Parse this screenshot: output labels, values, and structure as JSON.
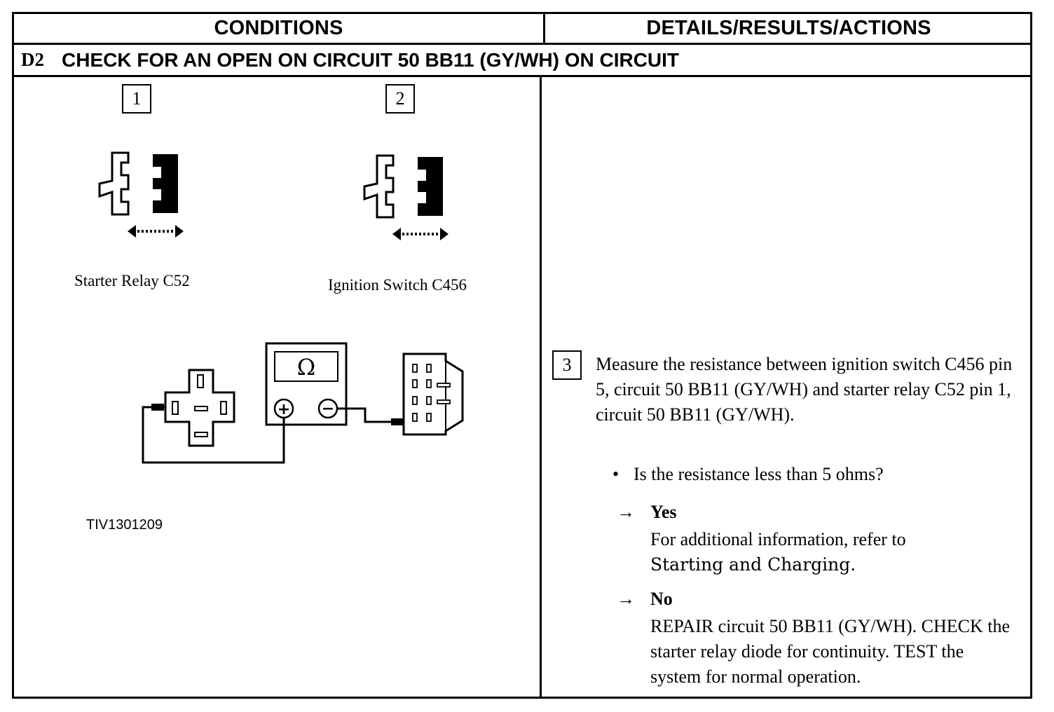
{
  "header": {
    "conditions": "CONDITIONS",
    "details": "DETAILS/RESULTS/ACTIONS"
  },
  "step": {
    "id": "D2",
    "title": "CHECK FOR AN OPEN ON CIRCUIT 50 BB11 (GY/WH) ON CIRCUIT"
  },
  "conditions": {
    "badge1": "1",
    "badge2": "2",
    "caption1": "Starter Relay C52",
    "caption2": "Ignition Switch C456",
    "meter_symbol": "Ω",
    "meter_plus": "+",
    "meter_minus": "−",
    "figure_id": "TIV1301209"
  },
  "details": {
    "badge3": "3",
    "measure_text": "Measure the resistance between ignition switch C456 pin 5, circuit 50 BB11 (GY/WH) and starter relay C52 pin 1, circuit 50 BB11 (GY/WH).",
    "bullet_mark": "•",
    "question": "Is the resistance less than 5 ohms?",
    "arrow": "→",
    "yes_label": "Yes",
    "yes_text": "For additional information, refer to",
    "yes_ref": "Starting and Charging.",
    "no_label": "No",
    "no_text": "REPAIR circuit 50 BB11 (GY/WH). CHECK the starter relay diode for continuity. TEST the system for normal operation."
  }
}
